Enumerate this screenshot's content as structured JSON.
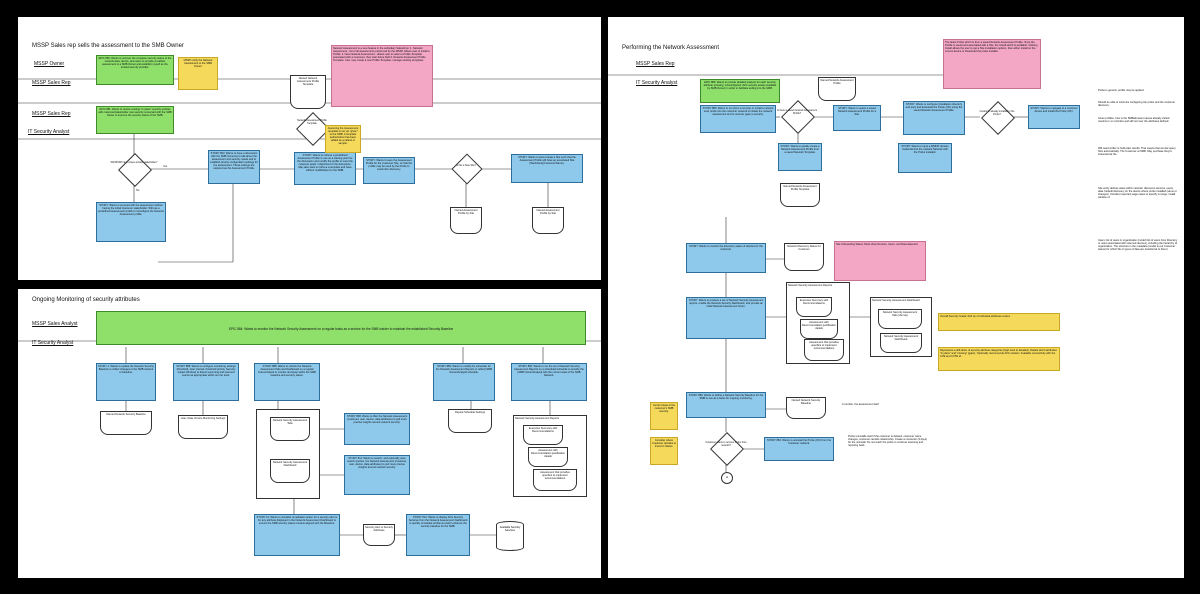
{
  "panel1": {
    "title": "MSSP Sales rep sells the assessment to the SMB Owner",
    "lanes": [
      "MSSP Owner",
      "MSSP Sales Rep",
      "MSSP Sales Rep",
      "IT Security Analyst"
    ],
    "epic880": "EPIC 880: Wants to uncover the complete security status of the network data, device, and users to provide a realistic assessment to a SMB Owner and establish myself as the trusted security provider.",
    "note_smb_owner": "MSSP notify the Network Assessment to the SMB Owner",
    "epic881": "EPIC 881: Wants to review existing \"in place\" security policies with customer/stakeholder new security scorecard with the SMB Owner to improve the security status of the SMB.",
    "dec_have_network": "Will MSSP have a face-to-face stakeholder?",
    "yes": "Yes",
    "no": "No",
    "story_proceed": "STORY: Wants to proceed with the assessment without having the initial Customer stakeholder. Will use a predefined assessment profile to reconfigure the Network Assessment profile.",
    "story_head": "STORY 803: Wants to have a discussion with the SMB Owner(s) to talk about the assessment and security needs and to establish priority configuration settings for the assessment. These settings are captured as the Assessment Profile.",
    "doc_named_profile": "Named Network Assessment Profile Template",
    "dec_network_profile": "Network Assessment Profile Template",
    "note_assessment_new": "Network Assessment is a new feature in the subsidiary Salesforce: 1. Network Assessment - list of all assessments performed by the MSSP. Allows user to install a Profile. 2. New Network Assessment - allows user to select a Profile Template associated with a Customer, then start future field 3. Network Assessment Profile Template. User may create a new Profile Template, manage existing templates.",
    "story_create": "STORY: Wants to retrieve a predefined Assessment Profile to use as a starting point for the discussion and modify the profile to meet the customer goals / objectives for the discussion. May also want to retrieve a template and have without modification for the SMB.",
    "note_assume": "Assuming the Assessment template is not yet \"given\" to the SMB. A template authorization has been added as a callout or sample.",
    "story_save": "STORY: Wants to save the Assessment Profile for the Customer Site, so that the profile may be used by the Probe to customize discovery.",
    "dec_probe": "Is this a New Site?",
    "story_autocreate": "STORY: Wants to Auto-Create a Site such that the Assessment Profile will have an associated Site [Site/Name](Customer/Name).",
    "doc_named_site1": "Named Assessment Profile by Site",
    "doc_named_site2": "Named Assessment Profile by Site"
  },
  "panel2": {
    "title": "Ongoing Monitoring of security attributes",
    "lanes": [
      "MSSP Sales Analyst",
      "IT Security Analyst"
    ],
    "epic884": "EPIC 884: Wants to monitor the Network Security Assessment on a regular basis as a service for the SMB Insider to maintain the established Security Baseline",
    "story_update": "STORY 1: Wants to update the Network Security Baseline to reflect changes to the SMB network or baseline.",
    "story_configure": "STORY 888: Wants to configure monitoring settings (threshold, scan interval, threshold priority, Security Impact Window) to detect upcoming and scanned events as appropriate within our tier level.",
    "story_refresh": "STORY 888: Wants to refresh the Network Assessment Tabs and Dashboard on a regular interval based to monitor and keep within the SMB baseline and security status.",
    "story_schedule": "STORY 889: Wants to modify the scheduler for the Network Assessment Reports to reflect [SMB Owner/Analyst] schedule.",
    "story_run": "STORY 890: Wants to run the set of Network Security Assessment Reports on a scheduled schedule to provide the [SMB Owner/Analyst] with the current state of the SMB Network.",
    "doc_baseline": "Named Network Security Baseline",
    "doc_user_data": "User, Data, Device Monitoring Settings",
    "doc_repeat": "Repeat Schedule Settings",
    "story_filter": "STORY 808: Wants to filter the Network Assessment (customer, user, device, data attributes) to pull more precise insights around network security.",
    "story_search": "STORY 811: Wants to search, and optionally save search queries, the Network Assessment (customer, user, device, data attributes) to pull more precise insights around network security.",
    "wbox_tabs": "Network Security Assessment Tabs",
    "wbox_dash": "Network Security Assessment Dashboard",
    "wbox_reports": "Network Security Assessment Reports",
    "rep_exec": "Executive Summary with Recommendations",
    "rep_assess": "Assessment with Recommendation justification details",
    "rep_prov": "Assessment that provides specifics to implement recommendations",
    "story_visualize": "STORY 12: Wants to visualize remediation action for a security alert or for any attribute displayed in the Network Assessment Dashboard to ensure the SMB security status remains aligned with the Baseline.",
    "doc_alert": "Security Alert w Security Attributes",
    "story_display": "STORY 813: Wants to display AVG Security Services from the Network Assessment Dashboard to quickly remediate problems and/or enhance the security baseline for the SMB.",
    "cyl_services": "Available Security Services"
  },
  "panel3": {
    "title": "Performing the Network Assessment",
    "lanes": [
      "MSSP Sales Rep",
      "IT Security Analyst"
    ],
    "pink_note": "The latest Probe which is from a saved Network Assessment Profile. Once the Profile is saved and associated with a Site, the Install which is available. Clicking Install allows the user to get a Site installation options, then either install on the current device or Download the probe installer.",
    "epic885": "EPIC 885: Wants to provide detailed analysis for each security attribute (missing, misconfigured, AVG security assets available by SMB Owner) in order to facilitate selling into the SMB.",
    "story_create_probe": "STORY 880: Wants to run (from a remote) or install a network scan probe into the customer network to initiate the network assessment and to uncover gaps in security.",
    "dec_probe_site": "Is there a saved Network Assessment Profile?",
    "doc_named": "Named Network Assessment Profile",
    "story_select": "STORY: Wants to select a saved Network Assessment Profile for a Site.",
    "story_configure_probe": "STORY: Wants to configure (installation directory and port) and download the Probe (OK) using the saved Network Assessment Profile.",
    "dec_customer": "Customer already installed in the Probe?",
    "story_navigate": "STORY: Wants to navigate to a customer device and install the Probe (OK).",
    "story_quickly": "STORY: Wants to quickly create a Network Assessment Profile from a saved Network Template.",
    "doc_named2": "Named Network Assessment Profile Template",
    "story_wmi": "STORY: Wants to input a WMI/IP domain credential into the network Network with the Probe installed.",
    "story_monitor": "STORY: Wants to monitor the discovery status of devices for the customer.",
    "doc_discovery": "Network Discovery Status for Customer",
    "pink_onboard": "Site Onboarding Status: Must show Devices, Users, and Data detected",
    "story_produce": "STORY: Wants to produce a set of Network Security Assessment reports, enable the Network Security Dashboard, and provide an initial Network Assessment Score.",
    "wbox_reports": "Network Security Assessment Reports",
    "rep_exec": "Executive Summary with Recommendations",
    "rep_assess": "Assessment with Recommendation justification details",
    "rep_prov": "Assessment that provides specifics to implement recommendations",
    "wbox_dash_title": "Network Security Assessment Dashboard",
    "dash_tabs": "Network Security Assessment Tabs (the top)",
    "dash_dash": "Network Security Assessment Dashboard",
    "yel_overall": "Overall Security Grade; Roll up of individual attributes scores",
    "yel_represents": "Represents a drill-down of security attribute categories (high level to detailed). Details which attributes \"in place\" and \"missing\" (gaps). Optionally recommends AVG solution. Available connectivity with the CVE and CVSS id.",
    "story_define": "STORY 880: Wants to define a Network Security Baseline for the SMB to use as a basis for ongoing monitoring.",
    "doc_baseline": "Named Network Security Baseline",
    "lbl_number": "A number, the assessment itself",
    "yel_current": "Current state of the customer's SMB security.",
    "yel_consider": "Consider where Customer decides to invest in Status.",
    "dec_uninstall": "Customer wants to remove Probe from network?",
    "story_uninstall": "STORY 884: Wants to uninstall the Probe (OK) from the Customer network.",
    "note_probe": "Probe uninstalls itself if the customer is deleted, customer name changes, customer cancels relationship. Create a connector (3 days) for the uninstall. Do not reach the probe to continue scanning and reporting back.",
    "circle_a": "A",
    "side_notes": [
      "Probe is generic, profile may be applied.",
      "Should be able to minimize configuring the probe and the customer discovery.",
      "Given profiles, how is the SMB/all asset names already visited maximum, to minimize and still not over the attributes defined.",
      "Will need a filter to hold plain results. That means that remote query. Size automatically. The Customer at SMB. May purchase they're interested at the.",
      "Site entity defines asset within network: discovers services, users, data. Default discovery on the device where probe installed (same or changes). Includes important page cases to specify in range, install window of.",
      "Users: list of users in organization (model) list of users from Directory or users associated with scanned devices), including the hierarchy of organization. The structure in the metadata (model to put Customer status) for which file or types of data are transferred to them)."
    ]
  },
  "colors": {
    "blue": "#8ec9ec",
    "green": "#8ee06a",
    "yellow": "#f5d95a",
    "pink": "#f3a7c4",
    "background": "#000000"
  }
}
